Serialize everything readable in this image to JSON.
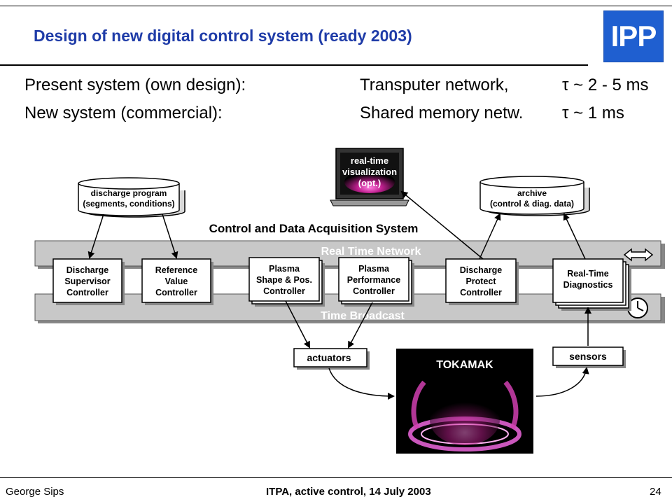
{
  "header": {
    "title": "Design of new digital control system (ready 2003)",
    "logo_text": "IPP"
  },
  "comparison": [
    {
      "label": "Present system (own design):",
      "network": "Transputer network,",
      "timing": "τ ~ 2 - 5 ms"
    },
    {
      "label": "New system (commercial):",
      "network": "Shared memory netw.",
      "timing": "τ ~ 1 ms"
    }
  ],
  "diagram": {
    "system_title": "Control and Data Acquisition System",
    "real_time_network": "Real Time Network",
    "time_broadcast": "Time Broadcast",
    "discharge_program": [
      "discharge program",
      "(segments, conditions)"
    ],
    "archive": [
      "archive",
      "(control & diag. data)"
    ],
    "visualization": [
      "real-time",
      "visualization",
      "(opt.)"
    ],
    "controllers": [
      {
        "lines": [
          "Discharge",
          "Supervisor",
          "Controller"
        ]
      },
      {
        "lines": [
          "Reference",
          "Value",
          "Controller"
        ]
      },
      {
        "lines": [
          "Plasma",
          "Shape & Pos.",
          "Controller"
        ]
      },
      {
        "lines": [
          "Plasma",
          "Performance",
          "Controller"
        ]
      },
      {
        "lines": [
          "Discharge",
          "Protect",
          "Controller"
        ]
      },
      {
        "lines": [
          "Real-Time",
          "Diagnostics"
        ]
      }
    ],
    "actuators": "actuators",
    "sensors": "sensors",
    "tokamak": "TOKAMAK",
    "colors": {
      "bar": "#c8c8c8",
      "plasma": "#e040c0",
      "title": "#1f3ca8"
    }
  },
  "footer": {
    "author": "George Sips",
    "event": "ITPA, active control, 14 July 2003",
    "page": "24"
  }
}
